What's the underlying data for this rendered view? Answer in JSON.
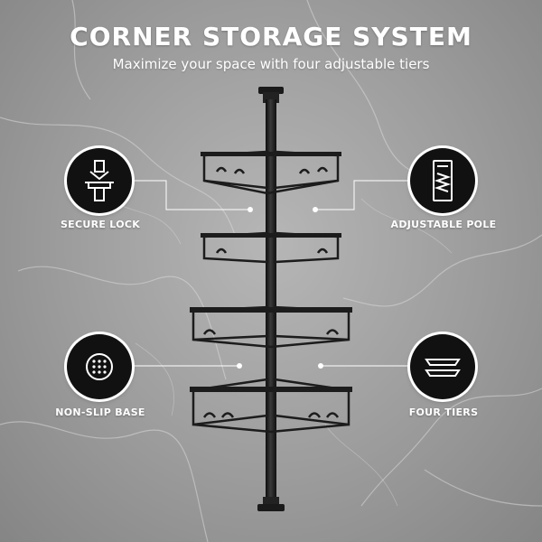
{
  "header": {
    "title": "CORNER STORAGE SYSTEM",
    "subtitle": "Maximize your space with four adjustable tiers"
  },
  "features": [
    {
      "label": "SECURE LOCK",
      "icon": "secure-lock-icon"
    },
    {
      "label": "ADJUSTABLE POLE",
      "icon": "adjustable-pole-icon"
    },
    {
      "label": "NON-SLIP BASE",
      "icon": "non-slip-base-icon"
    },
    {
      "label": "FOUR TIERS",
      "icon": "four-tiers-icon"
    }
  ],
  "colors": {
    "background": "#a3a3a3",
    "icon_circle": "#111111",
    "icon_ring": "#ffffff",
    "text": "#ffffff",
    "product": "#1c1c1c"
  }
}
